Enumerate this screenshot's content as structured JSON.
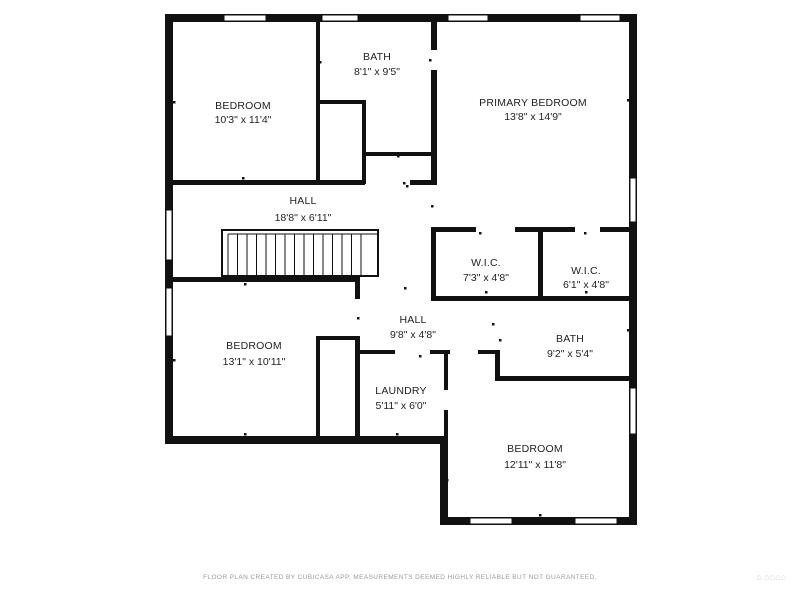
{
  "rooms": {
    "bedroom_nw": {
      "name": "BEDROOM",
      "dims": "10'3\" x 11'4\""
    },
    "bath_top": {
      "name": "BATH",
      "dims": "8'1\" x 9'5\""
    },
    "primary_bedroom": {
      "name": "PRIMARY BEDROOM",
      "dims": "13'8\" x 14'9\""
    },
    "hall_upper": {
      "name": "HALL",
      "dims": "18'8\" x 6'11\""
    },
    "wic_left": {
      "name": "W.I.C.",
      "dims": "7'3\" x 4'8\""
    },
    "wic_right": {
      "name": "W.I.C.",
      "dims": "6'1\" x 4'8\""
    },
    "hall_lower": {
      "name": "HALL",
      "dims": "9'8\" x 4'8\""
    },
    "bedroom_sw": {
      "name": "BEDROOM",
      "dims": "13'1\" x 10'11\""
    },
    "bath_right": {
      "name": "BATH",
      "dims": "9'2\" x 5'4\""
    },
    "laundry": {
      "name": "LAUNDRY",
      "dims": "5'11\" x 6'0\""
    },
    "bedroom_se": {
      "name": "BEDROOM",
      "dims": "12'11\" x 11'8\""
    }
  },
  "footer": "FLOOR PLAN CREATED BY CUBICASA APP. MEASUREMENTS DEEMED HIGHLY RELIABLE BUT NOT GUARANTEED."
}
